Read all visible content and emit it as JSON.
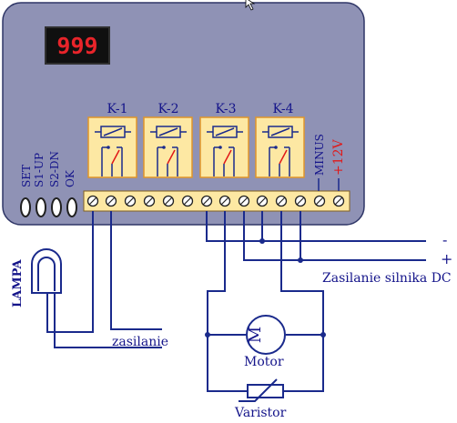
{
  "display": {
    "value": "999",
    "color": "#e8242a"
  },
  "relays": [
    {
      "label": "K-1"
    },
    {
      "label": "K-2"
    },
    {
      "label": "K-3"
    },
    {
      "label": "K-4"
    }
  ],
  "buttons": [
    {
      "label": "SET"
    },
    {
      "label": "S1-UP"
    },
    {
      "label": "S2-DN"
    },
    {
      "label": "OK"
    }
  ],
  "power_terminals": {
    "minus": "MINUS",
    "plus": "+12V",
    "plus_color": "#e01818"
  },
  "labels": {
    "lamp": "LAMPA",
    "supply": "zasilanie",
    "motor_supply": "Zasilanie silnika DC",
    "minus_sign": "-",
    "plus_sign": "+",
    "motor_letter": "M",
    "motor": "Motor",
    "varistor": "Varistor"
  },
  "colors": {
    "panel_fill": "#8f92b5",
    "panel_border": "#2e3566",
    "relay_fill": "#fde8a3",
    "relay_border": "#e0952a",
    "wire": "#1a2a8c",
    "relay_label": "#14148a"
  }
}
